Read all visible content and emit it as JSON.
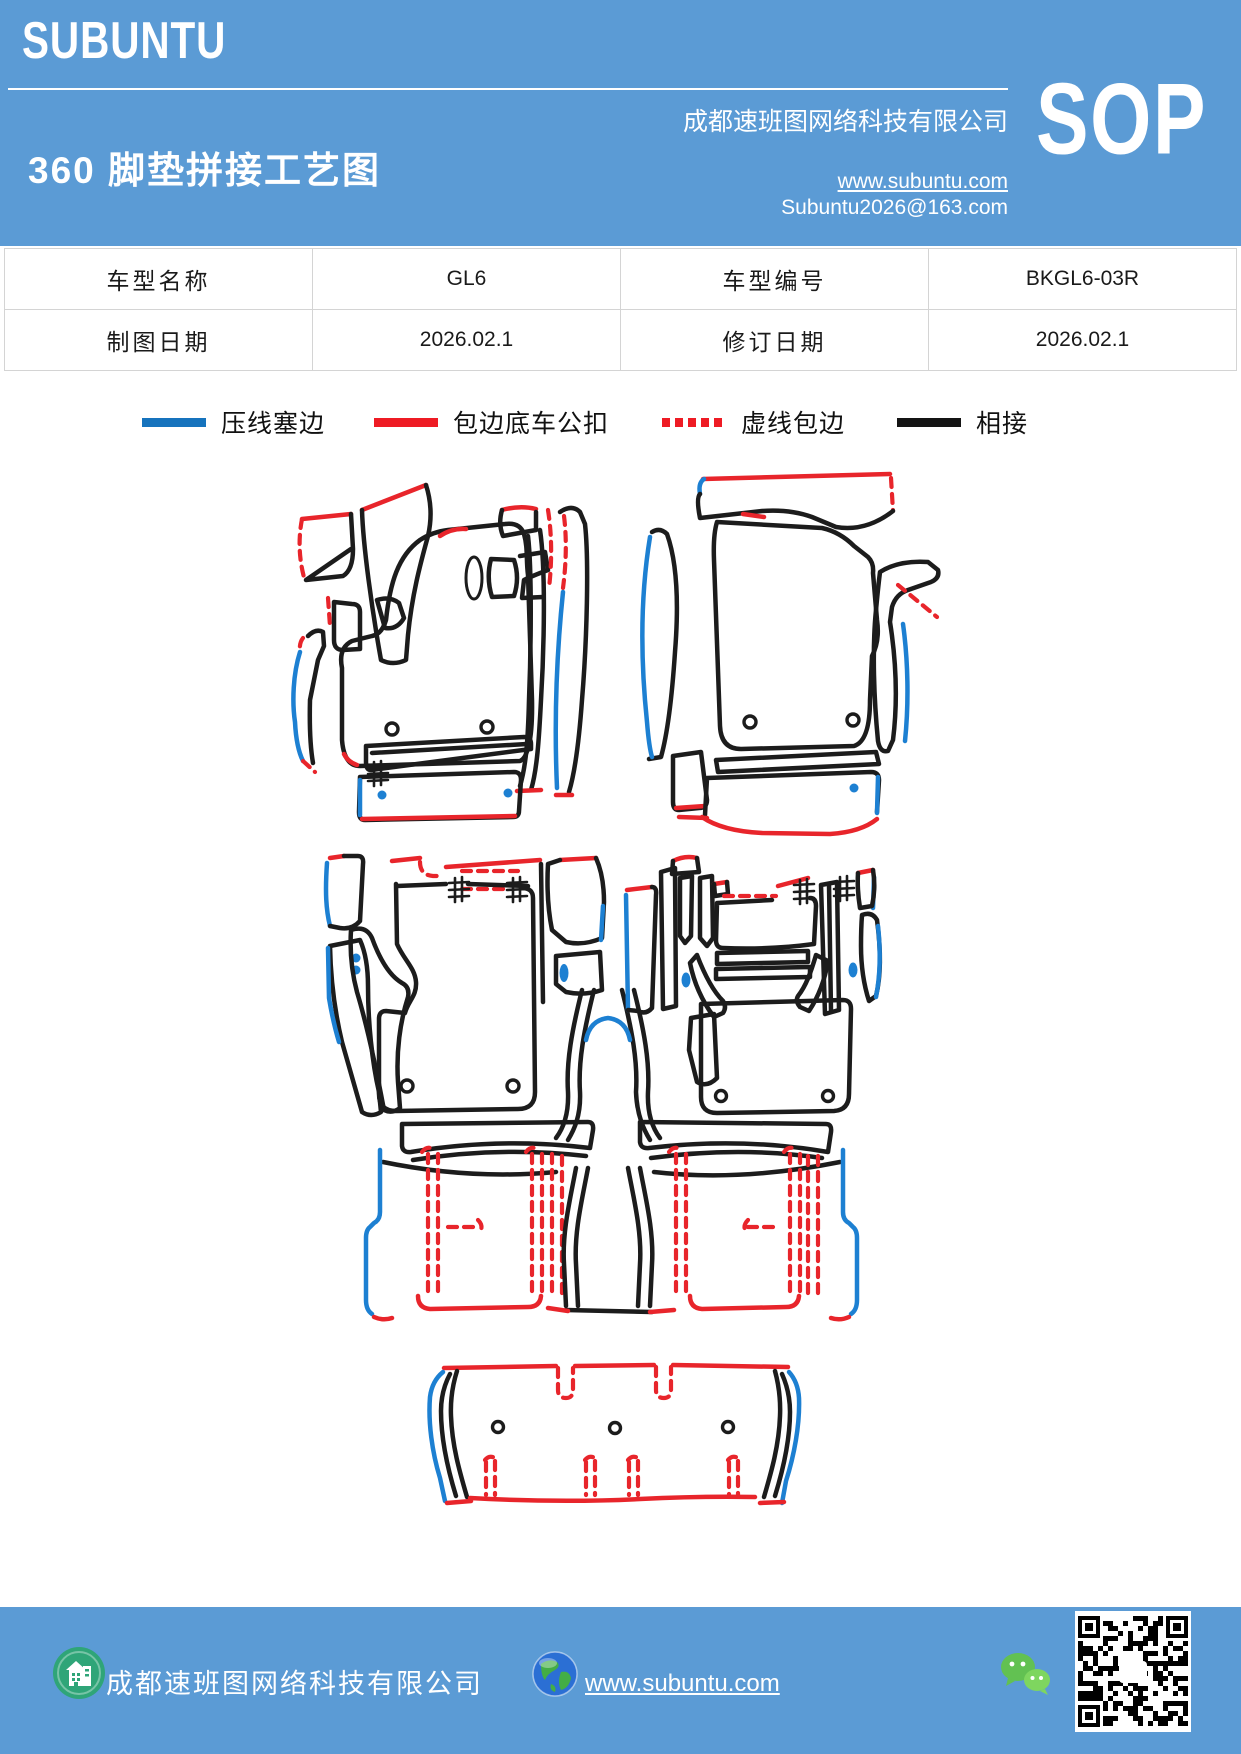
{
  "header": {
    "brand": "SUBUNTU",
    "company": "成都速班图网络科技有限公司",
    "title": "360 脚垫拼接工艺图",
    "website": "www.subuntu.com",
    "email": "Subuntu2026@163.com",
    "badge": "SOP"
  },
  "info_table": {
    "rows": [
      [
        "车型名称",
        "GL6",
        "车型编号",
        "BKGL6-03R"
      ],
      [
        "制图日期",
        "2026.02.1",
        "修订日期",
        "2026.02.1"
      ]
    ]
  },
  "legend": {
    "items": [
      {
        "label": "压线塞边",
        "color": "#1673bd",
        "style": "solid"
      },
      {
        "label": "包边底车公扣",
        "color": "#ee1b24",
        "style": "solid"
      },
      {
        "label": "虚线包边",
        "color": "#ee1b24",
        "style": "dashed"
      },
      {
        "label": "相接",
        "color": "#141414",
        "style": "solid"
      }
    ]
  },
  "footer": {
    "company": "成都速班图网络科技有限公司",
    "website": "www.subuntu.com"
  },
  "colors": {
    "band_background": "#5b9bd5",
    "press_line_blue": "#1d80d2",
    "bind_line_red": "#e8252b",
    "join_line_black": "#1c1c1c"
  }
}
